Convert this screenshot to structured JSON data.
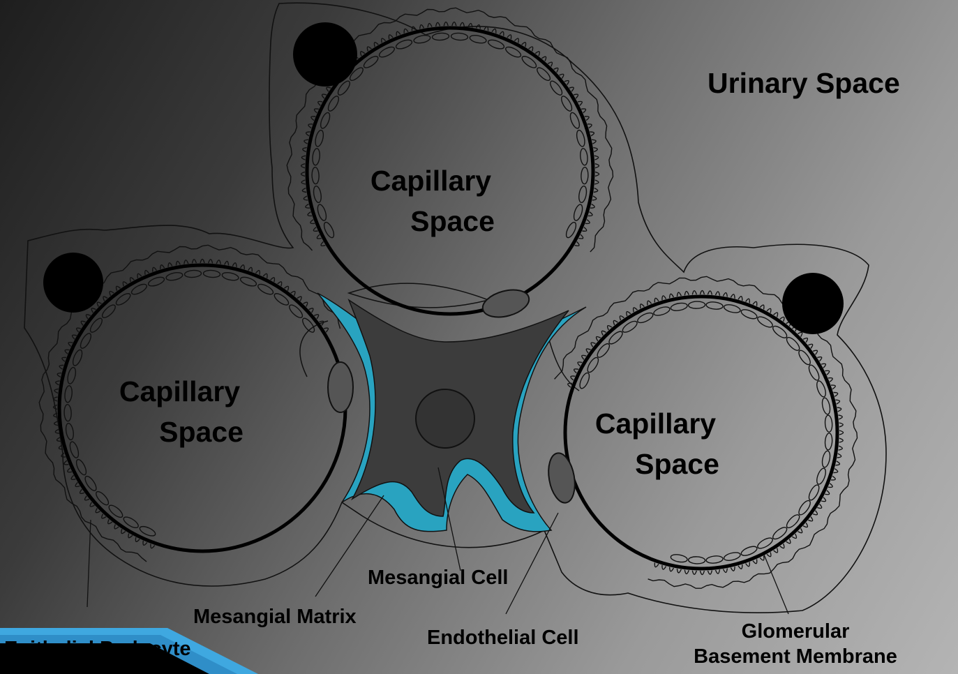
{
  "labels": {
    "urinary_space": "Urinary Space",
    "capillary_top": [
      "Capillary",
      "Space"
    ],
    "capillary_left": [
      "Capillary",
      "Space"
    ],
    "capillary_right": [
      "Capillary",
      "Space"
    ],
    "mesangial_cell": "Mesangial Cell",
    "mesangial_matrix": "Mesangial Matrix",
    "endothelial_cell": "Endothelial Cell",
    "epithelial_podocyte": "Epithelial Podocyte",
    "glomerular_bm": [
      "Glomerular",
      "Basement Membrane"
    ]
  },
  "colors": {
    "matrix": "#29a3c0",
    "background_dark": "#1e1e1e",
    "background_light": "#b4b4b4",
    "corner_accent": "#3fa8e0"
  }
}
